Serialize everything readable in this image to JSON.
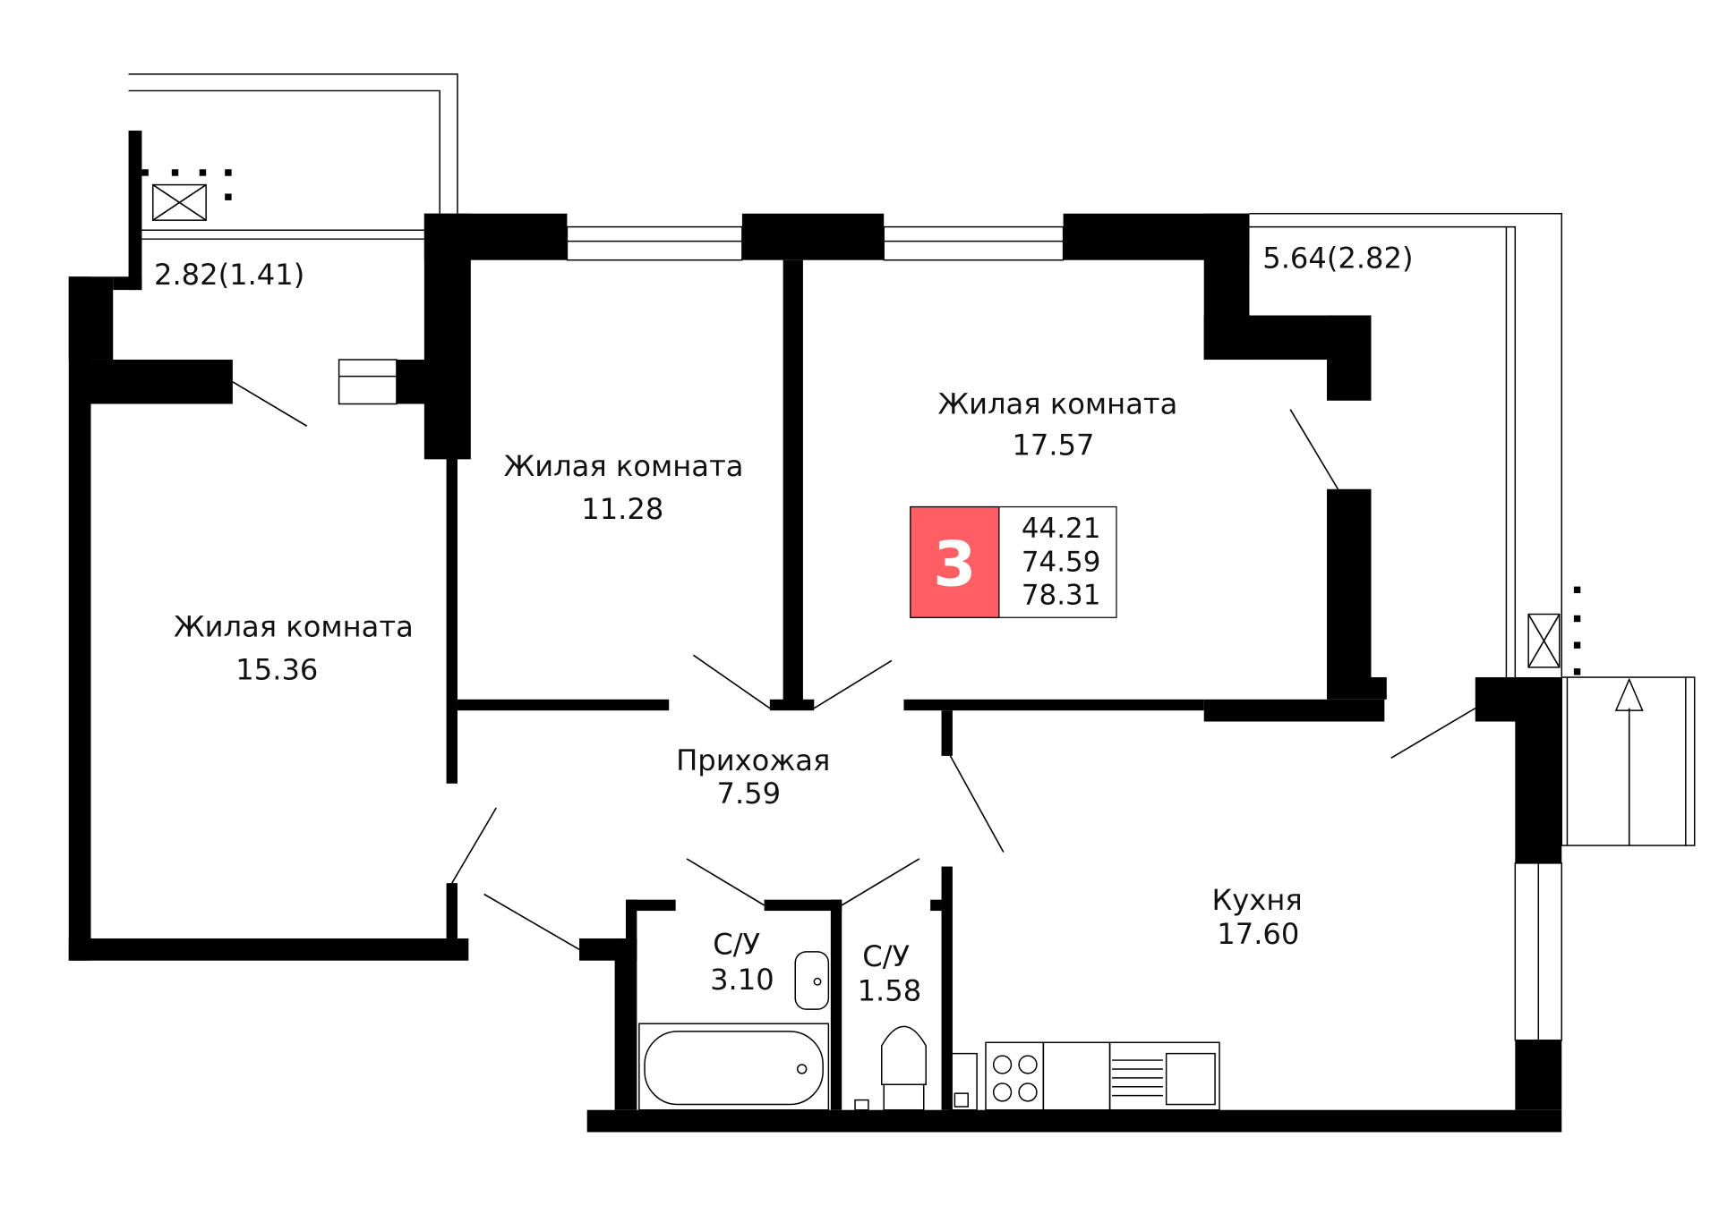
{
  "plan": {
    "rooms": [
      {
        "name": "Жилая комната",
        "area": "15.36"
      },
      {
        "name": "Жилая комната",
        "area": "11.28"
      },
      {
        "name": "Жилая комната",
        "area": "17.57"
      },
      {
        "name": "Прихожая",
        "area": "7.59"
      },
      {
        "name": "Кухня",
        "area": "17.60"
      },
      {
        "name": "С/У",
        "area": "3.10"
      },
      {
        "name": "С/У",
        "area": "1.58"
      }
    ],
    "balconies": [
      {
        "area": "2.82(1.41)"
      },
      {
        "area": "5.64(2.82)"
      }
    ]
  },
  "badge": {
    "rooms_count": "3",
    "living_area": "44.21",
    "total_area": "74.59",
    "total_with_balcony": "78.31",
    "color": "#ff5f64"
  }
}
